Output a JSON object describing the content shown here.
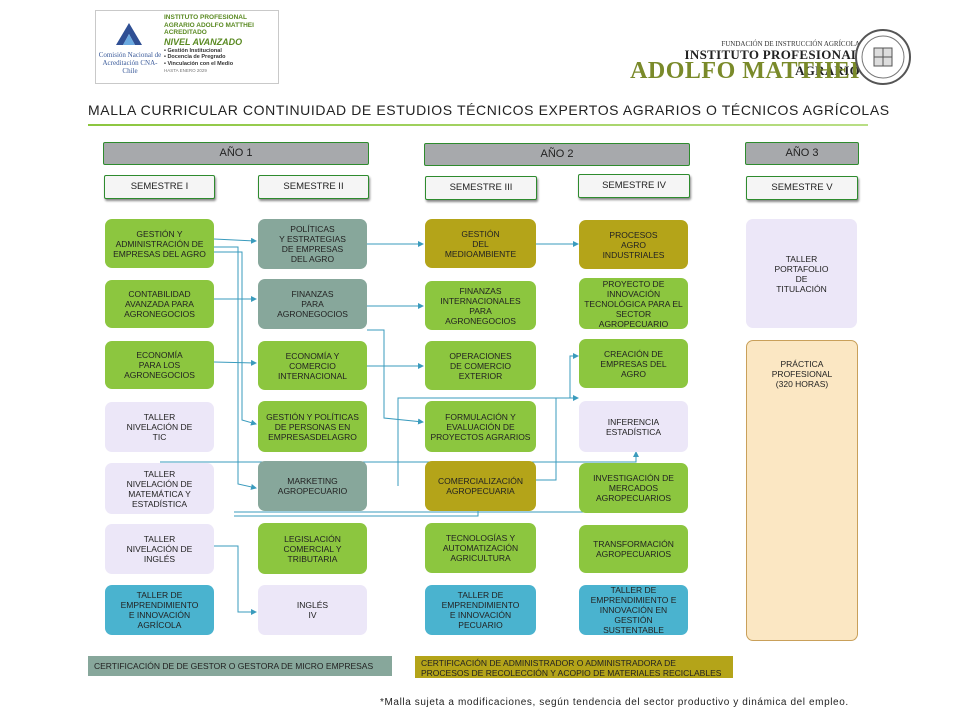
{
  "header": {
    "cna_logo": {
      "agency": "Comisión Nacional de Acreditación CNA-Chile",
      "line1": "INSTITUTO PROFESIONAL AGRARIO ADOLFO MATTHEI",
      "line2": "ACREDITADO",
      "level": "NIVEL AVANZADO",
      "items": "• Gestión Institucional\n• Docencia de Pregrado\n• Vinculación con el Medio",
      "until": "HASTA ENERO 2029"
    },
    "institution": {
      "foundation": "FUNDACIÓN DE INSTRUCCIÓN AGRÍCOLA",
      "name_line1": "INSTITUTO PROFESIONAL AGRARIO",
      "name_line2": "ADOLFO MATTHEI"
    }
  },
  "title": "MALLA CURRICULAR CONTINUIDAD DE ESTUDIOS TÉCNICOS EXPERTOS AGRARIOS O TÉCNICOS AGRÍCOLAS",
  "years": [
    "AÑO 1",
    "AÑO 2",
    "AÑO 3"
  ],
  "semesters": [
    "SEMESTRE I",
    "SEMESTRE II",
    "SEMESTRE III",
    "SEMESTRE IV",
    "SEMESTRE V"
  ],
  "courses": {
    "s1": [
      "GESTIÓN Y\nADMINISTRACIÓN DE\nEMPRESAS DEL AGRO",
      "CONTABILIDAD\nAVANZADA PARA\nAGRONEGOCIOS",
      "ECONOMÍA\nPARA LOS\nAGRONEGOCIOS",
      "TALLER\nNIVELACIÓN DE\nTIC",
      "TALLER\nNIVELACIÓN DE\nMATEMÁTICA Y\nESTADÍSTICA",
      "TALLER\nNIVELACIÓN DE\nINGLÉS",
      "TALLER DE\nEMPRENDIMIENTO\nE INNOVACIÓN\nAGRÍCOLA"
    ],
    "s2": [
      "POLÍTICAS\nY ESTRATEGIAS\nDE EMPRESAS\nDEL AGRO",
      "FINANZAS\nPARA\nAGRONEGOCIOS",
      "ECONOMÍA Y\nCOMERCIO\nINTERNACIONAL",
      "GESTIÓN Y POLÍTICAS\nDE PERSONAS EN\nEMPRESASDELAGRO",
      "MARKETING\nAGROPECUARIO",
      "LEGISLACIÓN\nCOMERCIAL Y\nTRIBUTARIA",
      "INGLÉS\nIV"
    ],
    "s3": [
      "GESTIÓN\nDEL\nMEDIOAMBIENTE",
      "FINANZAS\nINTERNACIONALES\nPARA\nAGRONEGOCIOS",
      "OPERACIONES\nDE COMERCIO\nEXTERIOR",
      "FORMULACIÓN Y\nEVALUACIÓN DE\nPROYECTOS AGRARIOS",
      "COMERCIALIZACIÓN\nAGROPECUARIA",
      "TECNOLOGÍAS Y\nAUTOMATIZACIÓN\nAGRICULTURA",
      "TALLER DE\nEMPRENDIMIENTO\nE INNOVACIÓN\nPECUARIO"
    ],
    "s4": [
      "PROCESOS\nAGRO\nINDUSTRIALES",
      "PROYECTO DE\nINNOVACIÓN\nTECNOLÓGICA PARA EL\nSECTOR AGROPECUARIO",
      "CREACIÓN DE\nEMPRESAS DEL\nAGRO",
      "INFERENCIA\nESTADÍSTICA",
      "INVESTIGACIÓN DE\nMERCADOS\nAGROPECUARIOS",
      "TRANSFORMACIÓN\nAGROPECUARIOS",
      "TALLER DE\nEMPRENDIMIENTO E\nINNOVACIÓN EN\nGESTIÓN SUSTENTABLE"
    ],
    "s5": [
      "TALLER\nPORTAFOLIO\nDE\nTITULACIÓN",
      "PRÁCTICA\nPROFESIONAL\n(320 HORAS)"
    ]
  },
  "certifications": [
    "CERTIFICACIÓN DE DE GESTOR O GESTORA DE MICRO EMPRESAS",
    "CERTIFICACIÓN DE ADMINISTRADOR O ADMINISTRADORA DE\nPROCESOS DE RECOLECCIÓN Y ACOPIO DE MATERIALES RECICLABLES"
  ],
  "footnote": "*Malla sujeta a modificaciones, según tendencia del sector productivo y dinámica del empleo.",
  "colors": {
    "green": "#8cc63f",
    "gray_green": "#87a79b",
    "olive": "#b4a419",
    "lavender": "#ece7f8",
    "blue": "#4ab3cf",
    "cream": "#fbe7c3",
    "arrow": "#3a9bbd"
  }
}
